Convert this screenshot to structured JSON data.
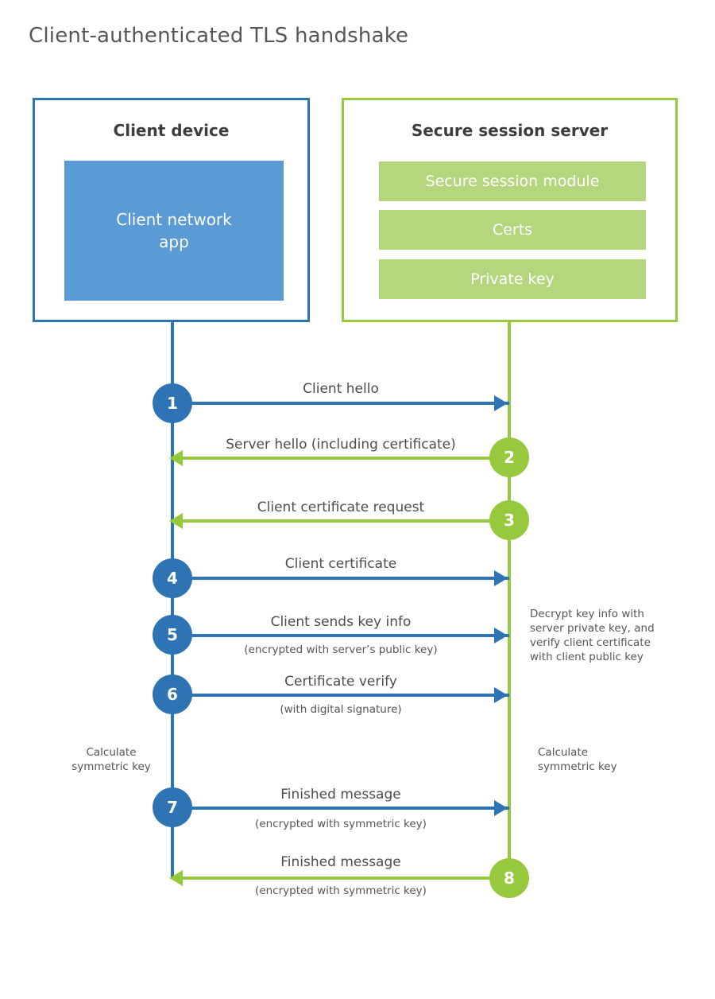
{
  "title": "Client-authenticated TLS handshake",
  "colors": {
    "blue": "#2e74b5",
    "blue_fill": "#5b9bd5",
    "green": "#97c93e",
    "green_fill": "#b4d77e",
    "text": "#4d4d4d"
  },
  "client_box": {
    "title": "Client device",
    "app_label": "Client network app"
  },
  "server_box": {
    "title": "Secure session server",
    "modules": [
      "Secure session module",
      "Certs",
      "Private key"
    ]
  },
  "messages": [
    {
      "num": "1",
      "label": "Client hello",
      "sub": "",
      "direction": "client-to-server"
    },
    {
      "num": "2",
      "label": "Server hello (including certificate)",
      "sub": "",
      "direction": "server-to-client"
    },
    {
      "num": "3",
      "label": "Client certificate request",
      "sub": "",
      "direction": "server-to-client"
    },
    {
      "num": "4",
      "label": "Client certificate",
      "sub": "",
      "direction": "client-to-server"
    },
    {
      "num": "5",
      "label": "Client sends key info",
      "sub": "(encrypted with server’s public key)",
      "direction": "client-to-server"
    },
    {
      "num": "6",
      "label": "Certificate verify",
      "sub": "(with digital signature)",
      "direction": "client-to-server"
    },
    {
      "num": "7",
      "label": "Finished message",
      "sub": "(encrypted with symmetric key)",
      "direction": "client-to-server"
    },
    {
      "num": "8",
      "label": "Finished message",
      "sub": "(encrypted with symmetric key)",
      "direction": "server-to-client"
    }
  ],
  "notes": {
    "decrypt": "Decrypt key info with server private key, and verify client certificate with client public key",
    "calc_left": "Calculate symmetric key",
    "calc_right": "Calculate symmetric key"
  }
}
